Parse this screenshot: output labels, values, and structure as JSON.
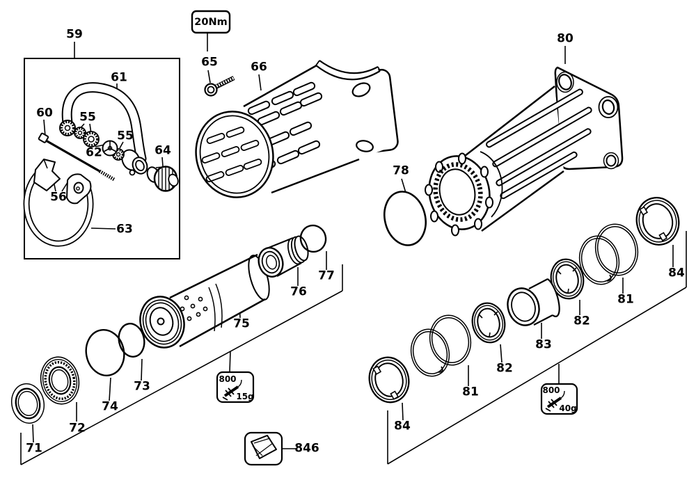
{
  "diagram": {
    "type": "exploded-parts-diagram",
    "background": "#ffffff",
    "line_color": "#000000"
  },
  "part_labels": {
    "n55": "55",
    "n56": "56",
    "n59": "59",
    "n60": "60",
    "n61": "61",
    "n62": "62",
    "n63": "63",
    "n64": "64",
    "n65": "65",
    "n66": "66",
    "n71": "71",
    "n72": "72",
    "n73": "73",
    "n74": "74",
    "n75": "75",
    "n76": "76",
    "n77": "77",
    "n78": "78",
    "n80": "80",
    "n81": "81",
    "n82": "82",
    "n83": "83",
    "n84": "84",
    "n846": "846"
  },
  "callouts": {
    "torque": "20Nm",
    "grease_code": "800",
    "grease_small": "15g",
    "grease_large": "40g"
  }
}
